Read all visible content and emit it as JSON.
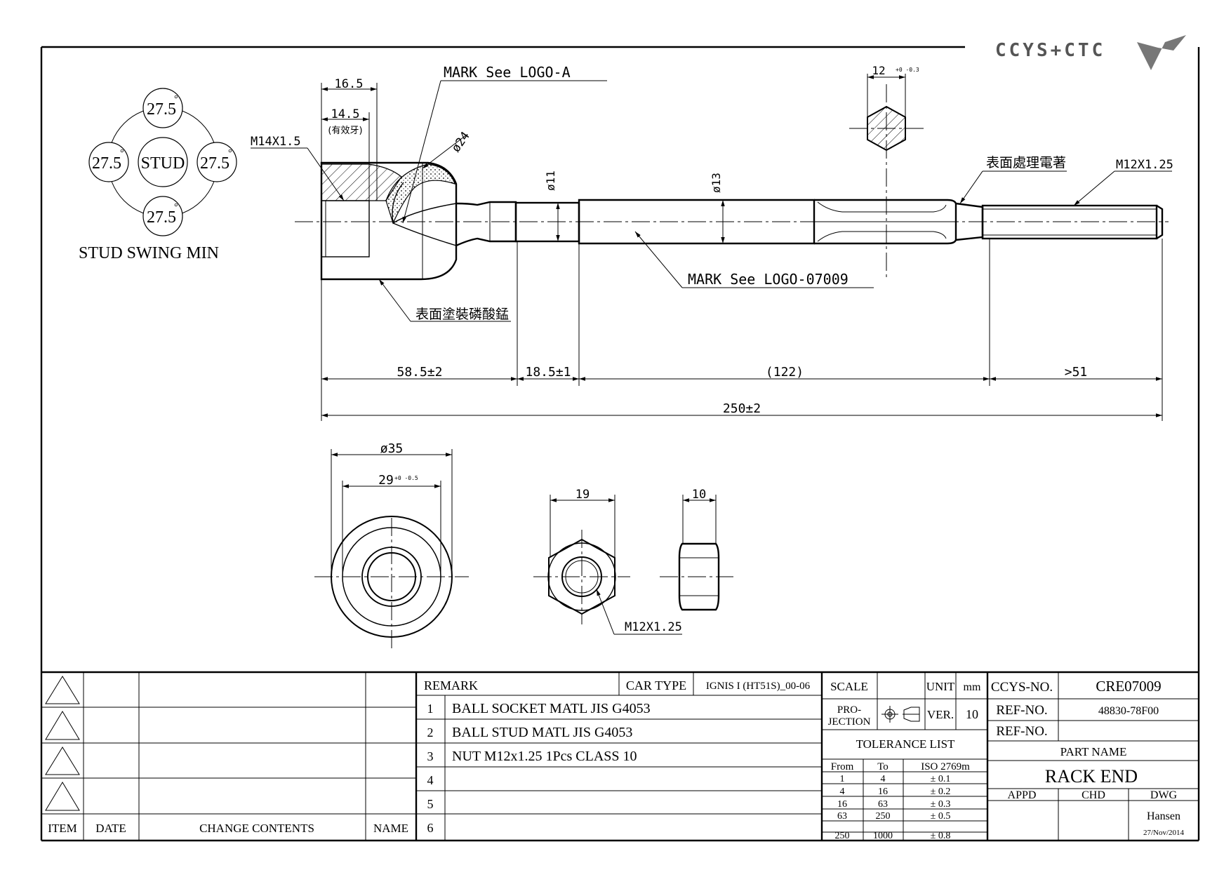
{
  "logo": {
    "text": "CCYS+CTC"
  },
  "swing": {
    "center_label": "STUD",
    "angle_top": "27.5",
    "angle_left": "27.5",
    "angle_right": "27.5",
    "angle_bottom": "27.5",
    "deg": "°",
    "caption": "STUD SWING MIN"
  },
  "annotations": {
    "mark_logo_a": "MARK  See  LOGO-A",
    "mark_logo_07009": "MARK  See  LOGO-07009",
    "surface_manganese": "表面塗裝磷酸錳",
    "surface_plating": "表面處理電著",
    "thread_left": "M14X1.5",
    "thread_right": "M12X1.25",
    "thread_nut": "M12X1.25"
  },
  "dimensions": {
    "d16_5": "16.5",
    "d14_5": "14.5",
    "effective_thread": "(有效牙)",
    "dia24": "ø24",
    "dia11": "ø11",
    "dia13": "ø13",
    "hex12": "12",
    "hex12_tol": "+0 -0.3",
    "seg1": "58.5±2",
    "seg2": "18.5±1",
    "seg3": "(122)",
    "seg4": ">51",
    "overall": "250±2",
    "dia35": "ø35",
    "d29": "29",
    "d29_tol": "+0 -0.5",
    "nut_width": "19",
    "nut_thick": "10"
  },
  "revision_table": {
    "headers": {
      "item": "ITEM",
      "date": "DATE",
      "contents": "CHANGE CONTENTS",
      "name": "NAME"
    }
  },
  "remarks": {
    "header": "REMARK",
    "car_type_label": "CAR TYPE",
    "car_type_value": "IGNIS I (HT51S)_00-06",
    "rows": [
      {
        "no": "1",
        "text": "BALL SOCKET MATL JIS G4053"
      },
      {
        "no": "2",
        "text": "BALL STUD MATL JIS G4053"
      },
      {
        "no": "3",
        "text": "NUT M12x1.25 1Pcs CLASS 10"
      },
      {
        "no": "4",
        "text": ""
      },
      {
        "no": "5",
        "text": ""
      },
      {
        "no": "6",
        "text": ""
      }
    ]
  },
  "info": {
    "scale_label": "SCALE",
    "unit_label": "UNIT",
    "unit_value": "mm",
    "projection_label_1": "PRO-",
    "projection_label_2": "JECTION",
    "ver_label": "VER.",
    "ver_value": "10",
    "tolerance_title": "TOLERANCE LIST",
    "tol_headers": {
      "from": "From",
      "to": "To",
      "iso": "ISO 2769m"
    },
    "tolerances": [
      {
        "from": "1",
        "to": "4",
        "tol": "± 0.1"
      },
      {
        "from": "4",
        "to": "16",
        "tol": "± 0.2"
      },
      {
        "from": "16",
        "to": "63",
        "tol": "± 0.3"
      },
      {
        "from": "63",
        "to": "250",
        "tol": "± 0.5"
      },
      {
        "from": "250",
        "to": "1000",
        "tol": "± 0.8"
      }
    ]
  },
  "title_block": {
    "ccys_label": "CCYS-NO.",
    "ccys_value": "CRE07009",
    "ref_label_1": "REF-NO.",
    "ref_value_1": "48830-78F00",
    "ref_label_2": "REF-NO.",
    "ref_value_2": "",
    "part_name_label": "PART NAME",
    "part_name": "RACK END",
    "appd": "APPD",
    "chd": "CHD",
    "dwg": "DWG",
    "drawn_by": "Hansen",
    "date": "27/Nov/2014"
  }
}
